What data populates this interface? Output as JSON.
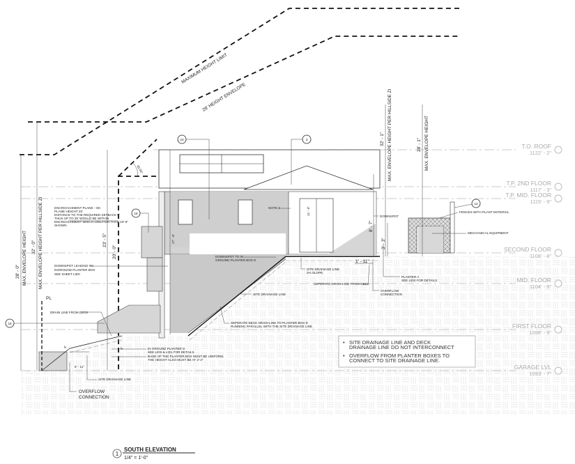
{
  "envelope_lines": {
    "max_height_limit": "MAXIMUM HEIGHT LIMIT",
    "height_envelope": "28' HEIGHT ENVELOPE",
    "angle": "45.00°"
  },
  "levels": [
    {
      "name": "T.O. ROOF",
      "elev": "1122' - 2\""
    },
    {
      "name": "T.P. 2ND FLOOR",
      "elev": "1117' - 3\""
    },
    {
      "name": "T.P. MID. FLOOR",
      "elev": "1115' - 9\""
    },
    {
      "name": "SECOND FLOOR",
      "elev": "1108' - 8\""
    },
    {
      "name": "MID. FLOOR",
      "elev": "1104' - 9\""
    },
    {
      "name": "FIRST FLOOR",
      "elev": "1098' - 9\""
    },
    {
      "name": "GARAGE LVL",
      "elev": "1093' - 7\""
    }
  ],
  "dimensions": {
    "left_28": "28' - 0\"",
    "left_28_label": "MAX. ENVELOPE HEIGHT",
    "left_32": "32' - 0\"",
    "left_32_label": "MAX. ENVELOPE HEIGHT PER HILLSIDE ZI",
    "d_23_5": "23' - 5\"",
    "d_20_0": "20' - 0\"",
    "d_27": "27' - 8\"",
    "right_32": "32' - 1\"",
    "right_32_label": "MAX. ENVELOPE HEIGHT PER HILLSIDE ZI",
    "right_28": "28' - 1\"",
    "right_28_label": "MAX. ENVELOPE HEIGHT",
    "d_11": "11' - 0\"",
    "d_8_7": "8' - 7\"",
    "d_3_3": "3' - 3\"",
    "d_1_11": "1' - 11\"",
    "d_5_11": "5' - 11\"",
    "d_small1": "3\"",
    "d_small2": "3\""
  },
  "callouts": {
    "c10": "10",
    "c3": "3",
    "c18a": "18",
    "c18b": "18",
    "c13": "13",
    "pl": "PL"
  },
  "annotations": {
    "encroachment": [
      "ENCROACHMENT PLANE - OK",
      "PLANE HEIGHT 20'",
      "DISTANCE TO THE REQUIRED SETBACK 5'",
      "THUS UP TO 25' WOULD BE WITHIN",
      "ENCROACHMENT WHICH GREATER THAN 23'-5\"",
      "SHOWN"
    ],
    "downspout_leading": [
      "DOWNSPOT LEADING TO",
      "INGROUND PLANTER BOX",
      "SEE SHEET LID0"
    ],
    "drain_line_from_deck": "DRAIN LINE FROM DECK",
    "downspot_to_planter": [
      "DOWNSPOT TO IN",
      "GROUND PLANTER BOX D"
    ],
    "note2": "NOTE 2",
    "downspot": "DOWNSPOT",
    "site_drainage_slope": [
      "SITE DRAINAGE LINE",
      "2% SLOPE"
    ],
    "seperate_drain": "SEPERATE DRAIN LINE FROM DECK",
    "site_drainage_line_mid": "SITE DRAINAGE LINE",
    "planter_a": [
      "PLANTER A",
      "SEE LID0 FOR DETAILS"
    ],
    "overflow_right": [
      "OVERFLOW",
      "CONNECTION"
    ],
    "fences": "FENCES WITH PLANT MATERIAL",
    "mechanical": "MECHANICAL EQUIPMENT",
    "seperate_deck_drain": [
      "SEPERATE DECK DRAIN LINE TO PLANTER BOX D",
      "RUNNING PARALLEL WITH THE SITE DRAINAGE LINE"
    ],
    "inground_planter": [
      "IN GROUND PLANTER D",
      "SEE LID0 & LID1 FOR DETAILS"
    ],
    "base_planter": [
      "BASE OF THE PLANTER BOX MUST BE UNIFORM.",
      "THE HEIGHT ALSO MUST BE AT 3'-2\""
    ],
    "site_drainage_line_low": "SITE DRAINAGE LINE",
    "overflow_left": [
      "OVERFLOW",
      "CONNECTION"
    ]
  },
  "notes_box": [
    [
      "SITE DRAINAGE LINE AND DECK",
      "DRAINAGE LINE DO NOT INTERCONNECT"
    ],
    [
      "OVERFLOW FROM PLANTER BOXES TO",
      "CONNECT TO SITE DRAINAGE LINE."
    ]
  ],
  "title_block": {
    "number": "1",
    "title": "SOUTH ELEVATION",
    "scale": "1/4\" = 1'-0\""
  }
}
